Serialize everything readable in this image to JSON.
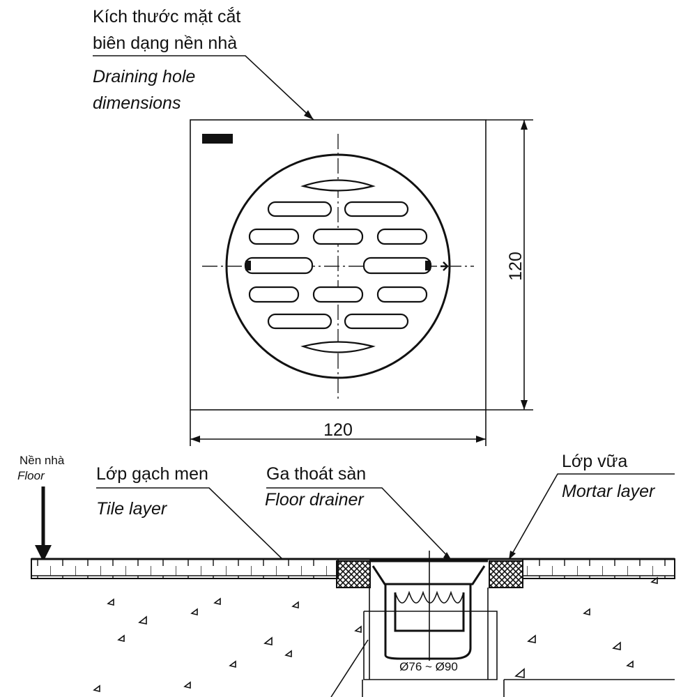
{
  "labels": {
    "hole_vi_1": "Kích thước mặt cắt",
    "hole_vi_2": "biên dạng nền nhà",
    "hole_en_1": "Draining hole",
    "hole_en_2": "dimensions",
    "floor_vi": "Nền nhà",
    "floor_en": "Floor",
    "tile_vi": "Lớp gạch men",
    "tile_en": "Tile layer",
    "drainer_vi": "Ga thoát sàn",
    "drainer_en": "Floor drainer",
    "mortar_vi": "Lớp vữa",
    "mortar_en": "Mortar layer"
  },
  "dimensions": {
    "height": "120",
    "width": "120",
    "pipe_diameter": "Ø76 ~ Ø90"
  },
  "colors": {
    "line": "#111111",
    "background": "#ffffff"
  }
}
